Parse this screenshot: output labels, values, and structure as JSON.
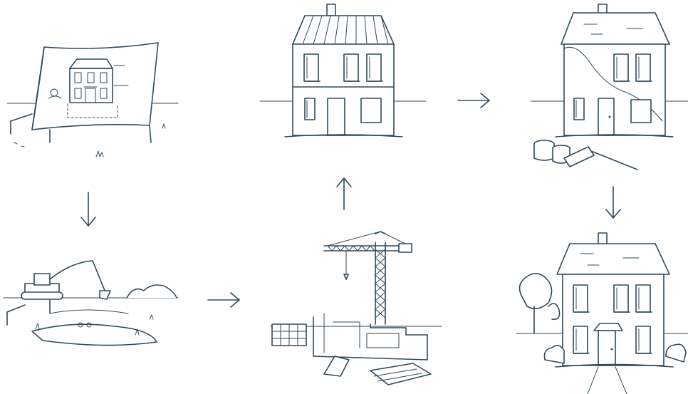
{
  "colors": {
    "ink": "#2f4a5c",
    "background": "#ffffff"
  },
  "stages": [
    {
      "id": "blueprint",
      "icon": "blueprint-plan-icon"
    },
    {
      "id": "excavation",
      "icon": "excavator-icon"
    },
    {
      "id": "foundation",
      "icon": "crane-foundation-icon"
    },
    {
      "id": "frame",
      "icon": "house-frame-icon"
    },
    {
      "id": "finishing",
      "icon": "painting-house-icon"
    },
    {
      "id": "completed",
      "icon": "finished-house-icon"
    }
  ],
  "arrows": [
    {
      "from": "blueprint",
      "to": "excavation",
      "direction": "down"
    },
    {
      "from": "excavation",
      "to": "foundation",
      "direction": "right"
    },
    {
      "from": "foundation",
      "to": "frame",
      "direction": "up"
    },
    {
      "from": "frame",
      "to": "finishing",
      "direction": "right"
    },
    {
      "from": "finishing",
      "to": "completed",
      "direction": "down"
    }
  ]
}
